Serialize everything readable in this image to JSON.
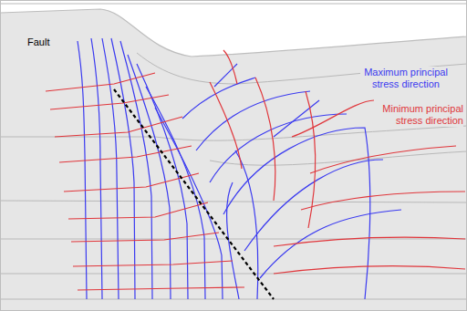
{
  "diagram": {
    "labels": [
      "Fault",
      "Maximum principal stress direction",
      "Minimum principal stress direction"
    ]
  }
}
